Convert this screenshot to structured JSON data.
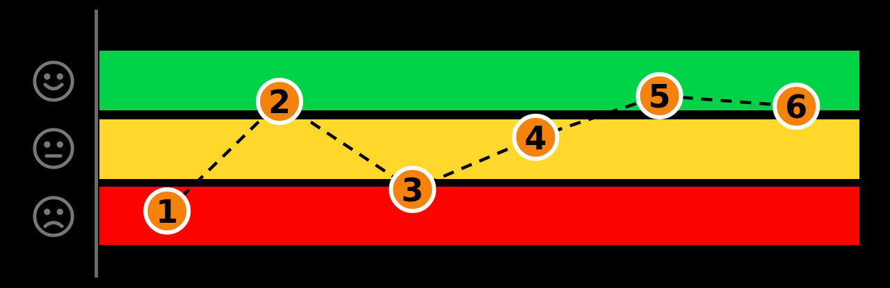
{
  "chart_data": {
    "type": "line",
    "title": "",
    "legend": "none",
    "background_color": "#000000",
    "axis_color": "#6A6A6A",
    "face_icon_color": "#777777",
    "line": {
      "style": "dashed",
      "color": "#000000"
    },
    "marker": {
      "fill": "#F5820D",
      "ring": "#FFFFFF",
      "text_color": "#000000"
    },
    "zones": [
      {
        "name": "happy",
        "icon": "happy-face-icon",
        "color": "#00D348",
        "from": 0.693,
        "to": 1.0
      },
      {
        "name": "neutral",
        "icon": "neutral-face-icon",
        "color": "#FFD82B",
        "from": 0.339,
        "to": 0.646
      },
      {
        "name": "sad",
        "icon": "sad-face-icon",
        "color": "#FB0300",
        "from": 0.0,
        "to": 0.3
      }
    ],
    "points": [
      {
        "label": "1",
        "x": 0.089,
        "y": 0.175,
        "zone": "sad"
      },
      {
        "label": "2",
        "x": 0.237,
        "y": 0.739,
        "zone": "happy"
      },
      {
        "label": "3",
        "x": 0.412,
        "y": 0.286,
        "zone": "sad"
      },
      {
        "label": "4",
        "x": 0.574,
        "y": 0.554,
        "zone": "neutral"
      },
      {
        "label": "5",
        "x": 0.737,
        "y": 0.768,
        "zone": "happy"
      },
      {
        "label": "6",
        "x": 0.917,
        "y": 0.714,
        "zone": "happy"
      }
    ]
  }
}
